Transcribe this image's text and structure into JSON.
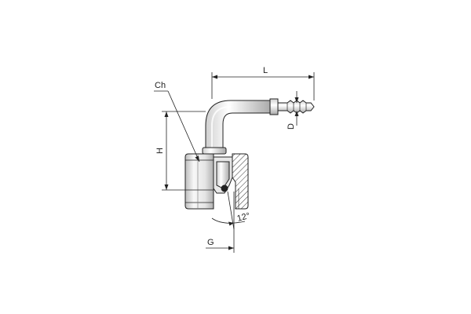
{
  "labels": {
    "ch": "Ch",
    "l": "L",
    "h": "H",
    "d": "D",
    "g": "G",
    "angle": "12°"
  },
  "colors": {
    "line": "#222222",
    "fill_light": "#f2f2f2",
    "fill_mid": "#d9d9d9",
    "fill_dark": "#9a9a9a",
    "background": "#ffffff"
  }
}
